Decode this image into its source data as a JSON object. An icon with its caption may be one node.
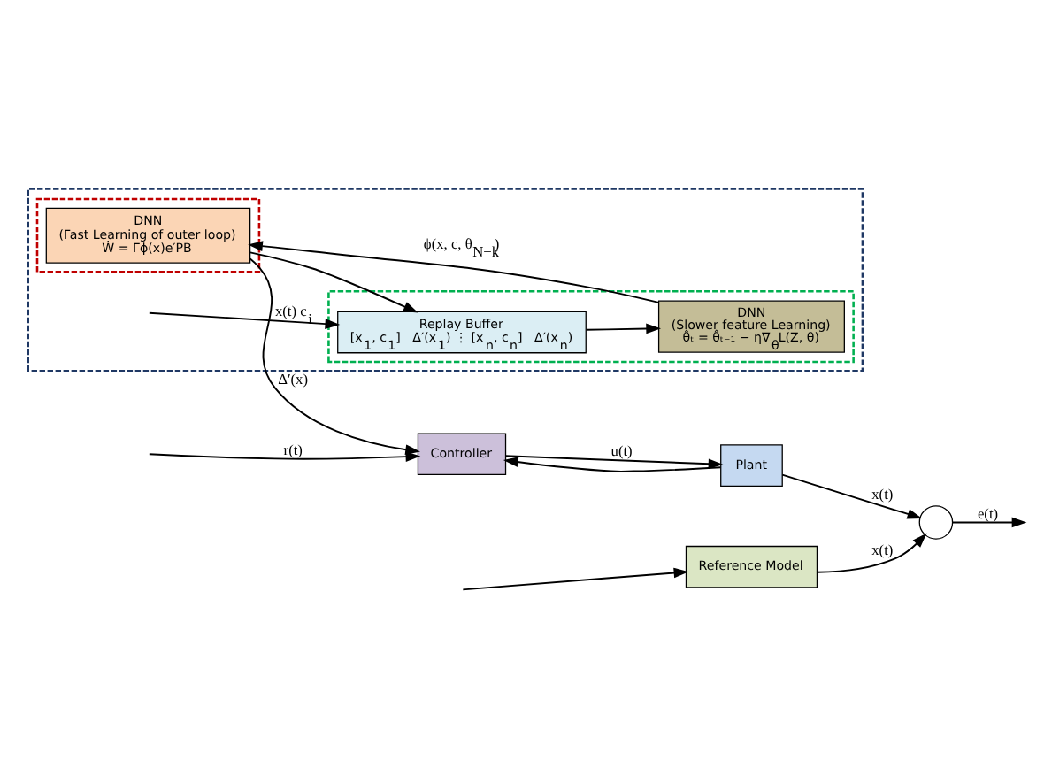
{
  "diagram": {
    "nodes": [
      {
        "text": [
          "Reference Model"
        ]
      },
      {
        "text": [
          "Controller"
        ]
      },
      {
        "text": [
          "Plant"
        ]
      },
      {
        "text": [],
        "shape": "circle"
      },
      {
        "text": [],
        "shape": "box"
      },
      {
        "text": [],
        "shape": "box",
        "in": 4
      },
      {
        "text": [
          "DNN",
          "(Fast Learning of outer loop)",
          "Ẇ = Γϕ(x)e′PB"
        ],
        "in": 5
      },
      {
        "text": [],
        "shape": "box",
        "in": 4
      },
      {
        "text": [
          "Replay Buffer",
          "[x$_{1}$, c$_{1}$]   Δ′(x$_{1}$) ⋮ [x$_{n}$, c$_{n}$]   Δ′(x$_{n}$)"
        ],
        "in": 7
      },
      {
        "text": [
          "DNN",
          "(Slower feature Learning)",
          "θ̂ₜ = θ̂ₜ₋₁ − η∇$_{θ}$L(Z, θ)"
        ],
        "in": 7
      }
    ],
    "edges": [
      {
        "from": null,
        "to": 1,
        "arrow": "to",
        "label": "r(t)"
      },
      {
        "from": null,
        "to": 0,
        "arrow": "to"
      },
      {
        "from": 0,
        "to": 3,
        "arrow": "to",
        "label": "x(t)"
      },
      {
        "from": 1,
        "to": 2,
        "arrow": "to",
        "label": "u(t)"
      },
      {
        "from": 2,
        "to": 3,
        "arrow": "to",
        "label": "x(t)"
      },
      {
        "from": 2,
        "to": 1,
        "arrow": "to"
      },
      {
        "from": 3,
        "to": null,
        "arrow": "to",
        "label": "e(t)"
      },
      {
        "from": 6,
        "to": 1,
        "arrow": "to",
        "label": "Δ′(x)"
      },
      {
        "from": 6,
        "to": 8,
        "arrow": "to"
      },
      {
        "from": null,
        "to": 8,
        "arrow": "to",
        "label": "x(t) c$_{i}$"
      },
      {
        "from": 8,
        "to": 9,
        "arrow": "to"
      },
      {
        "from": 9,
        "to": 6,
        "arrow": "to",
        "label": "ϕ(x, c, θ$_{N−k}$)"
      }
    ]
  }
}
